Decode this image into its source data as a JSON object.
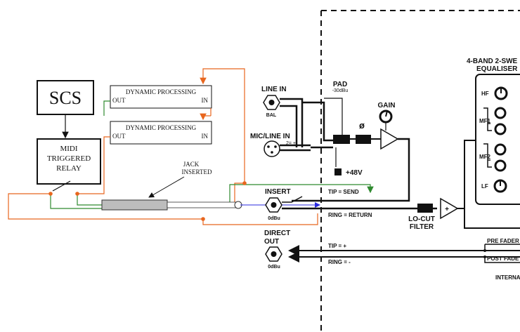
{
  "left_blocks": {
    "scs": "SCS",
    "relay": [
      "MIDI",
      "TRIGGERED",
      "RELAY"
    ],
    "dyn1": {
      "title": "DYNAMIC PROCESSING",
      "out": "OUT",
      "in": "IN"
    },
    "dyn2": {
      "title": "DYNAMIC PROCESSING",
      "out": "OUT",
      "in": "IN"
    },
    "jack": [
      "JACK",
      "INSERTED"
    ]
  },
  "console": {
    "eq_title": [
      "4-BAND 2-SWE",
      "EQUALISER"
    ],
    "eq_knobs": [
      "HF",
      "MF1",
      "MF2",
      "LF"
    ],
    "line_in": "LINE IN",
    "bal": "BAL",
    "mic_line_in": "MIC/LINE IN",
    "xlr_pins": "2= +",
    "pad": "PAD",
    "pad_value": "-30dBu",
    "phase": "ø",
    "gain": "GAIN",
    "phantom": "+48V",
    "insert": "INSERT",
    "insert_level": "0dBu",
    "tip_send": "TIP = SEND",
    "ring_return": "RING = RETURN",
    "locut": [
      "LO-CUT",
      "FILTER"
    ],
    "sum": "+",
    "direct_out": [
      "DIRECT",
      "OUT"
    ],
    "direct_level": "0dBu",
    "tip_plus": "TIP = +",
    "ring_minus": "RING = -",
    "pre_fader": "PRE FADER",
    "post_fader": "POST FADE",
    "internal": "INTERNA"
  },
  "colors": {
    "orange": "#e8661e",
    "green": "#2f8a2f",
    "blue": "#2a2adf",
    "black": "#111111"
  }
}
